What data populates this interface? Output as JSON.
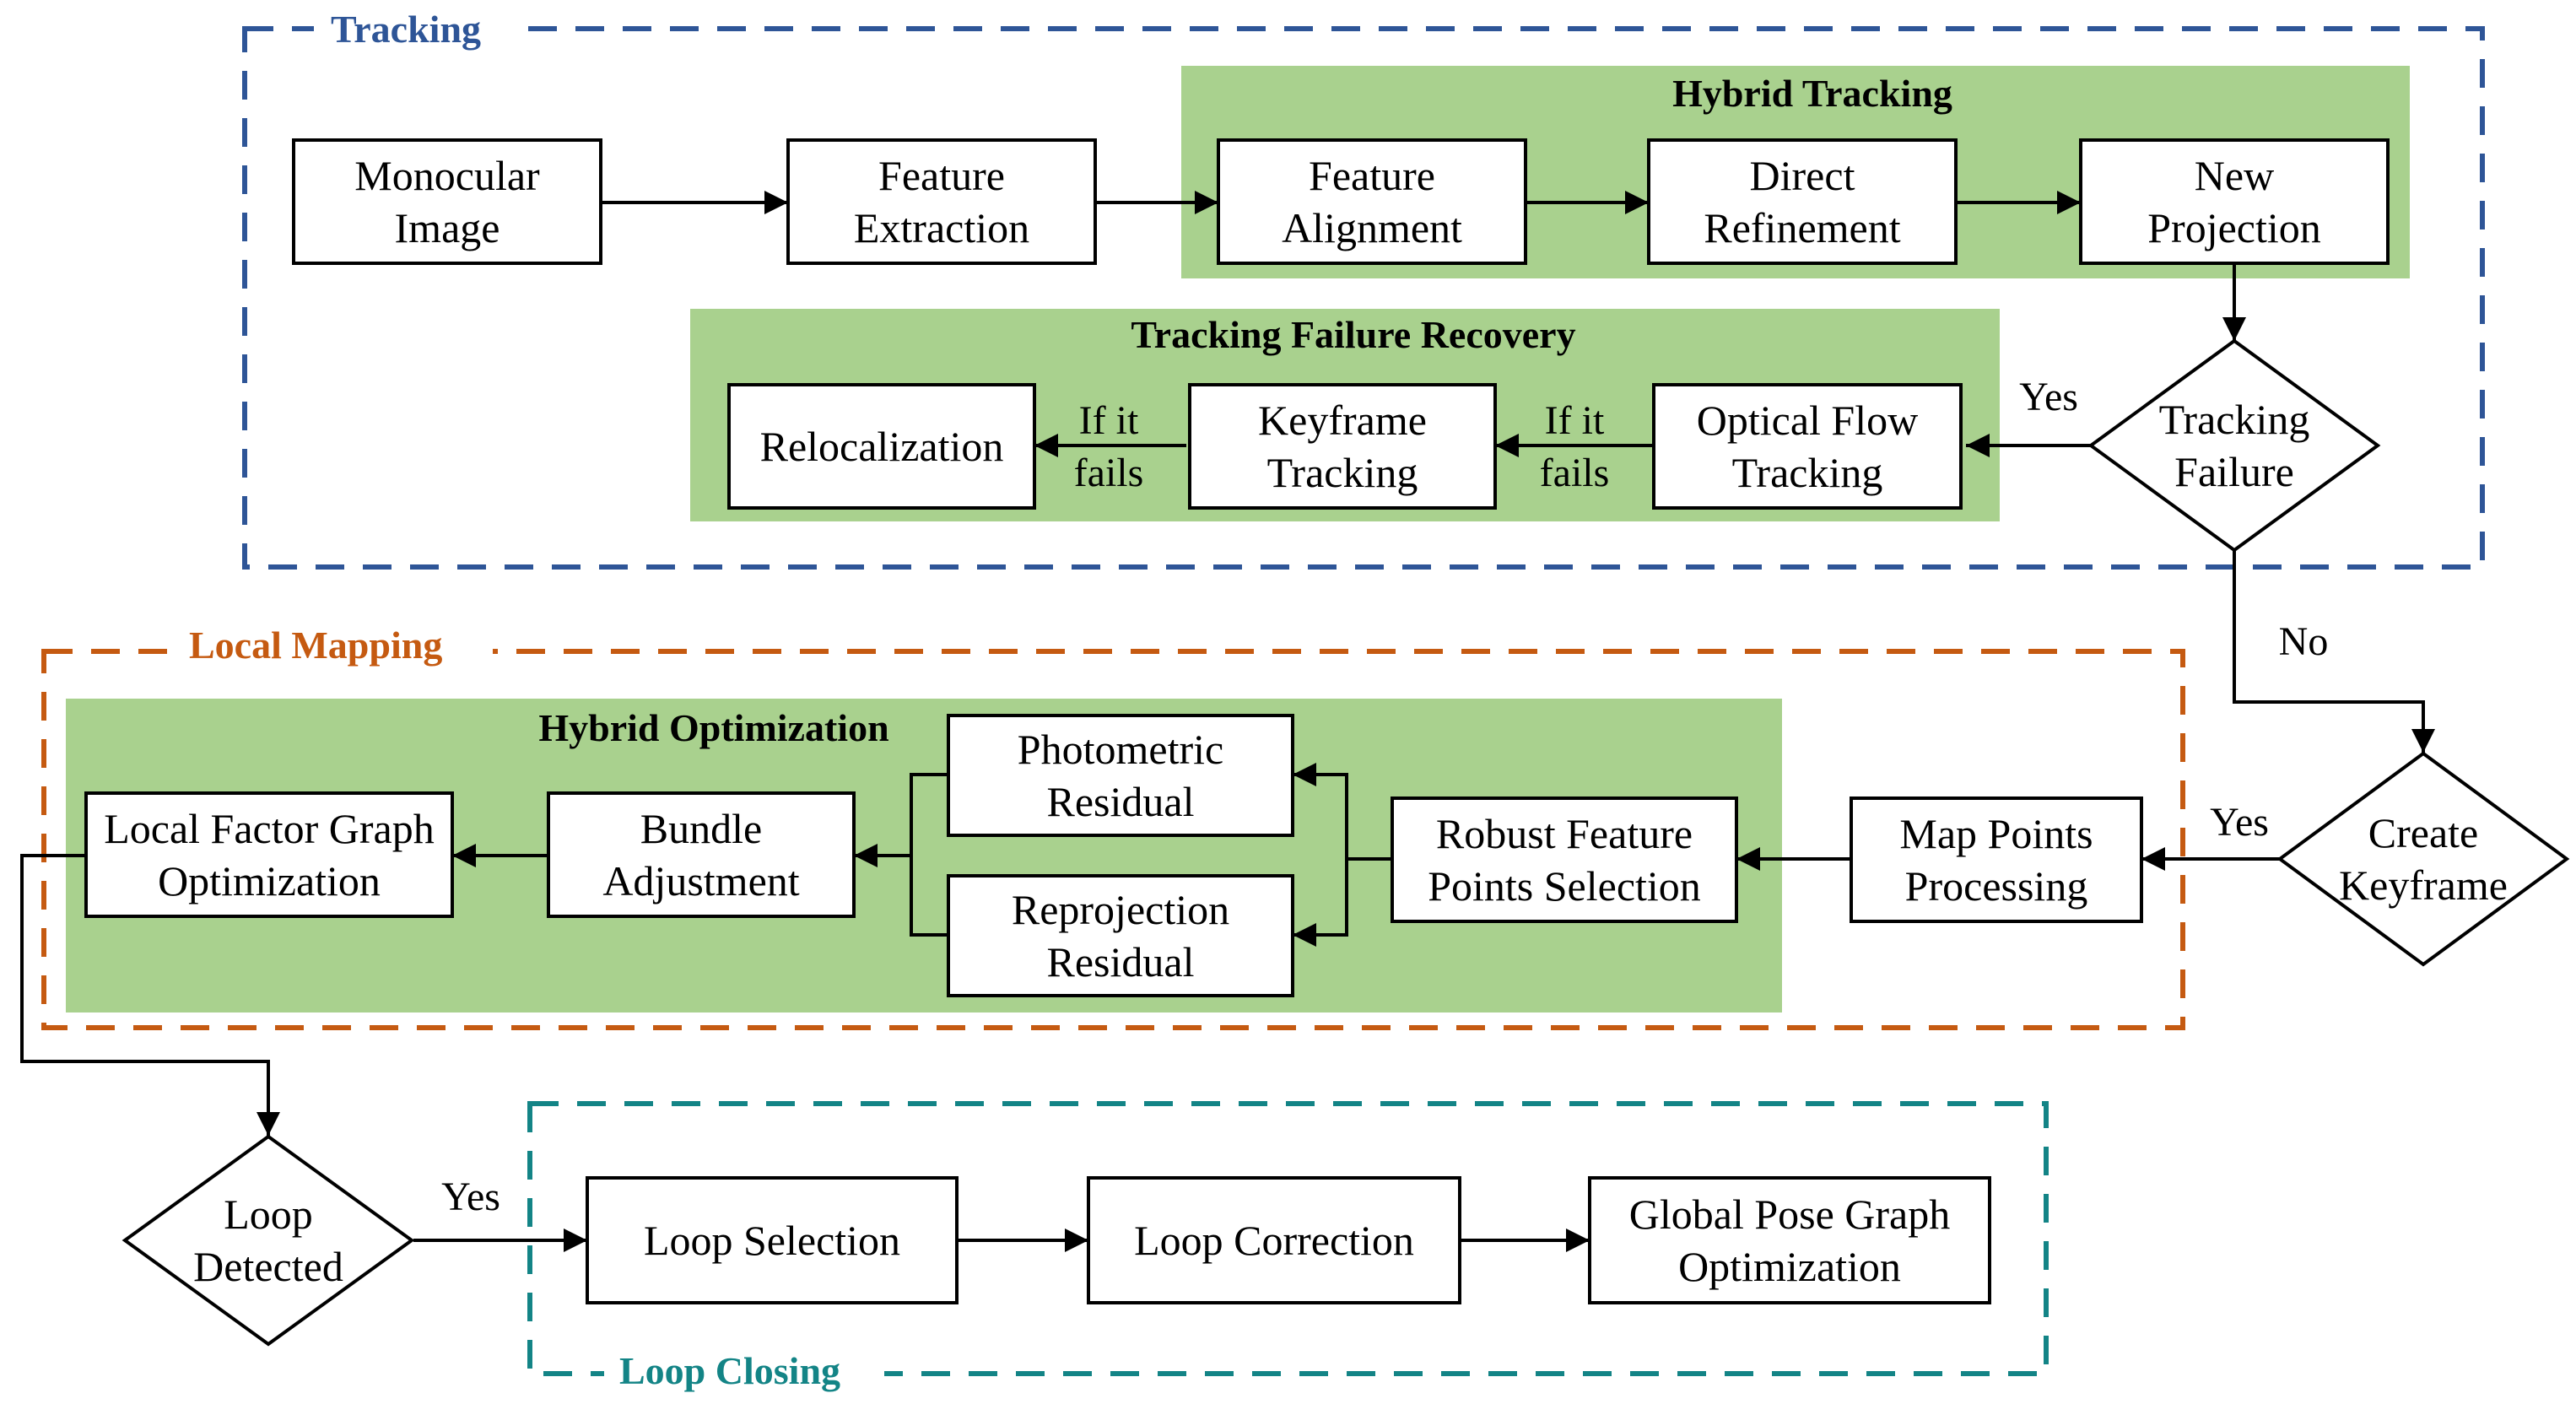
{
  "colors": {
    "tracking": "#2e5597",
    "local_mapping": "#c55a11",
    "loop_closing": "#138486",
    "panel_fill": "#a9d18e",
    "box_stroke": "#000000",
    "arrow": "#000000"
  },
  "sections": {
    "tracking": "Tracking",
    "local_mapping": "Local Mapping",
    "loop_closing": "Loop Closing"
  },
  "panels": {
    "hybrid_tracking": "Hybrid Tracking",
    "failure_recovery": "Tracking Failure Recovery",
    "hybrid_optimization": "Hybrid Optimization"
  },
  "nodes": {
    "monocular_image": [
      "Monocular",
      "Image"
    ],
    "feature_extraction": [
      "Feature",
      "Extraction"
    ],
    "feature_alignment": [
      "Feature",
      "Alignment"
    ],
    "direct_refinement": [
      "Direct",
      "Refinement"
    ],
    "new_projection": [
      "New",
      "Projection"
    ],
    "tracking_failure": [
      "Tracking",
      "Failure"
    ],
    "optical_flow": [
      "Optical Flow",
      "Tracking"
    ],
    "keyframe_tracking": [
      "Keyframe",
      "Tracking"
    ],
    "relocalization": [
      "Relocalization"
    ],
    "create_keyframe": [
      "Create",
      "Keyframe"
    ],
    "map_points": [
      "Map Points",
      "Processing"
    ],
    "robust_feature": [
      "Robust Feature",
      "Points Selection"
    ],
    "photometric": [
      "Photometric",
      "Residual"
    ],
    "reprojection": [
      "Reprojection",
      "Residual"
    ],
    "bundle_adjustment": [
      "Bundle",
      "Adjustment"
    ],
    "local_factor": [
      "Local Factor Graph",
      "Optimization"
    ],
    "loop_detected": [
      "Loop",
      "Detected"
    ],
    "loop_selection": [
      "Loop Selection"
    ],
    "loop_correction": [
      "Loop Correction"
    ],
    "global_pose": [
      "Global Pose Graph",
      "Optimization"
    ]
  },
  "edge_labels": {
    "yes_failure": "Yes",
    "no_failure": "No",
    "if_fails_1": [
      "If it",
      "fails"
    ],
    "if_fails_2": [
      "If it",
      "fails"
    ],
    "yes_keyframe": "Yes",
    "yes_loop": "Yes"
  }
}
